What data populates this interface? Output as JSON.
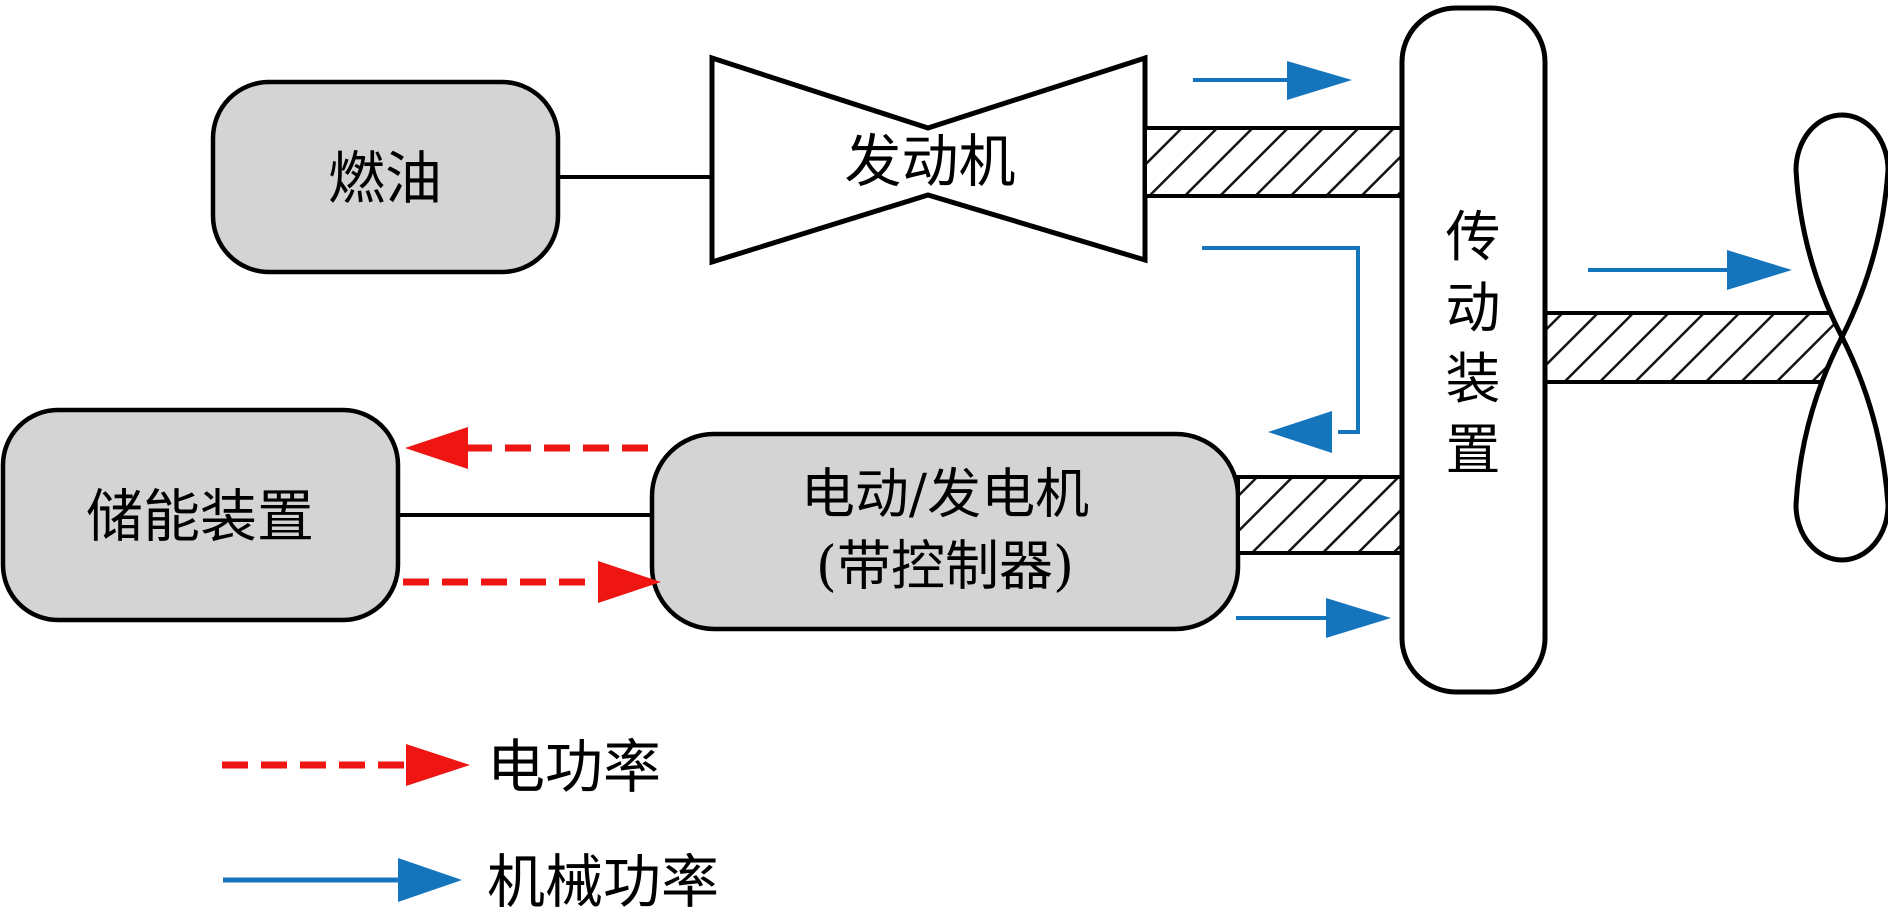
{
  "nodes": {
    "fuel": {
      "label": "燃油"
    },
    "engine": {
      "label": "发动机"
    },
    "transmission": {
      "label": "传动装置",
      "chars": [
        "传",
        "动",
        "装",
        "置"
      ]
    },
    "storage": {
      "label": "储能装置"
    },
    "motor_generator": {
      "line1": "电动/发电机",
      "line2": "(带控制器)"
    }
  },
  "legend": {
    "electric": {
      "label": "电功率",
      "line_style": "dashed"
    },
    "mechanical": {
      "label": "机械功率",
      "line_style": "solid"
    }
  },
  "flows": [
    {
      "type": "mechanical",
      "path": "engine→transmission"
    },
    {
      "type": "mechanical",
      "path": "transmission→propeller"
    },
    {
      "type": "mechanical",
      "path": "transmission→motor_generator"
    },
    {
      "type": "mechanical",
      "path": "motor_generator→transmission"
    },
    {
      "type": "electric",
      "path": "motor_generator→storage"
    },
    {
      "type": "electric",
      "path": "storage→motor_generator"
    },
    {
      "type": "fuel_supply",
      "path": "fuel→engine"
    },
    {
      "type": "electric_link",
      "path": "storage—motor_generator"
    }
  ],
  "colors": {
    "node_fill": "#d4d4d4",
    "outline": "#000000",
    "electric_power": "#ee1512",
    "mechanical_power": "#1475bd"
  }
}
